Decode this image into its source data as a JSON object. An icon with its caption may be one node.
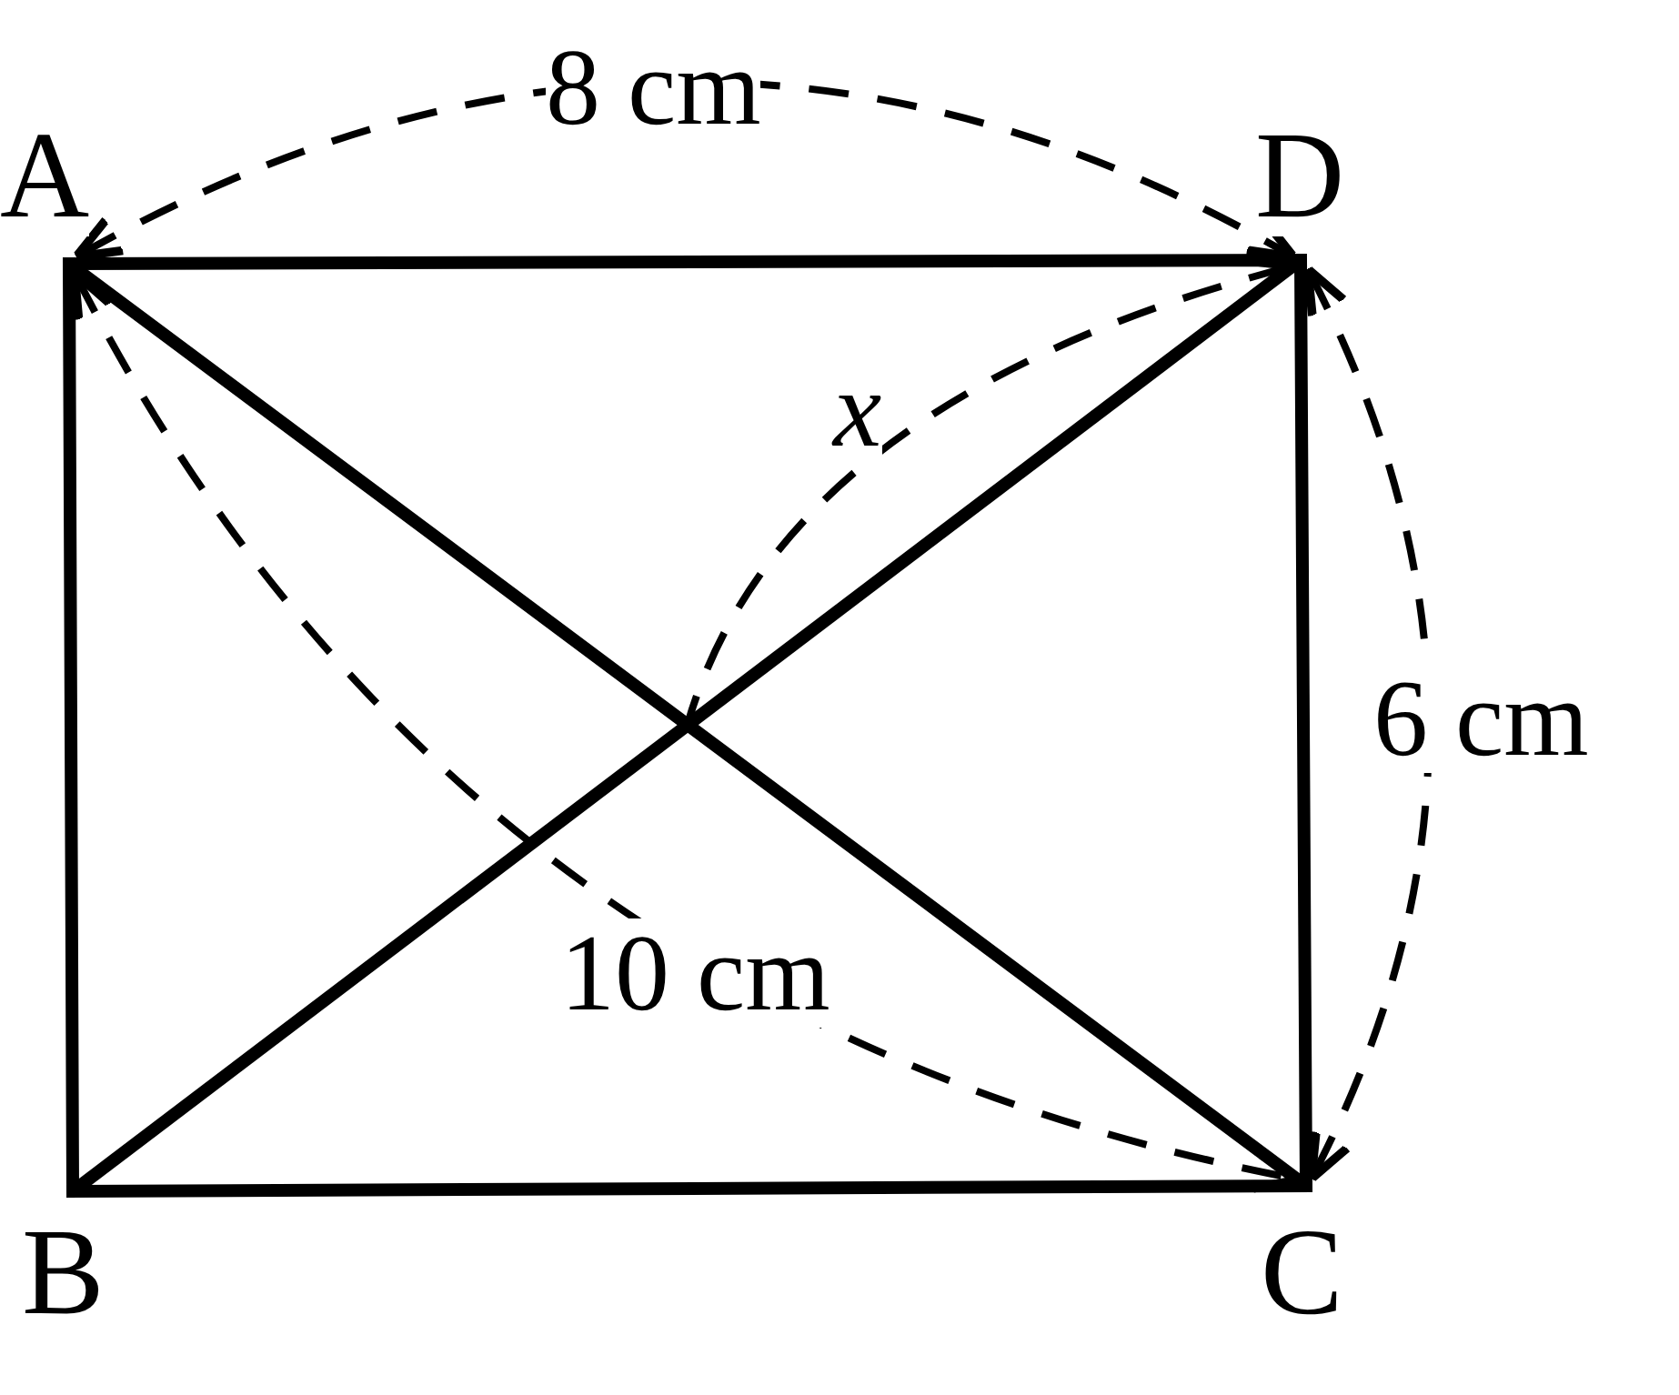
{
  "diagram": {
    "labels": [
      "8 cm",
      "A",
      "D",
      "x",
      "6 cm",
      "10 cm",
      "B",
      "C"
    ]
  }
}
